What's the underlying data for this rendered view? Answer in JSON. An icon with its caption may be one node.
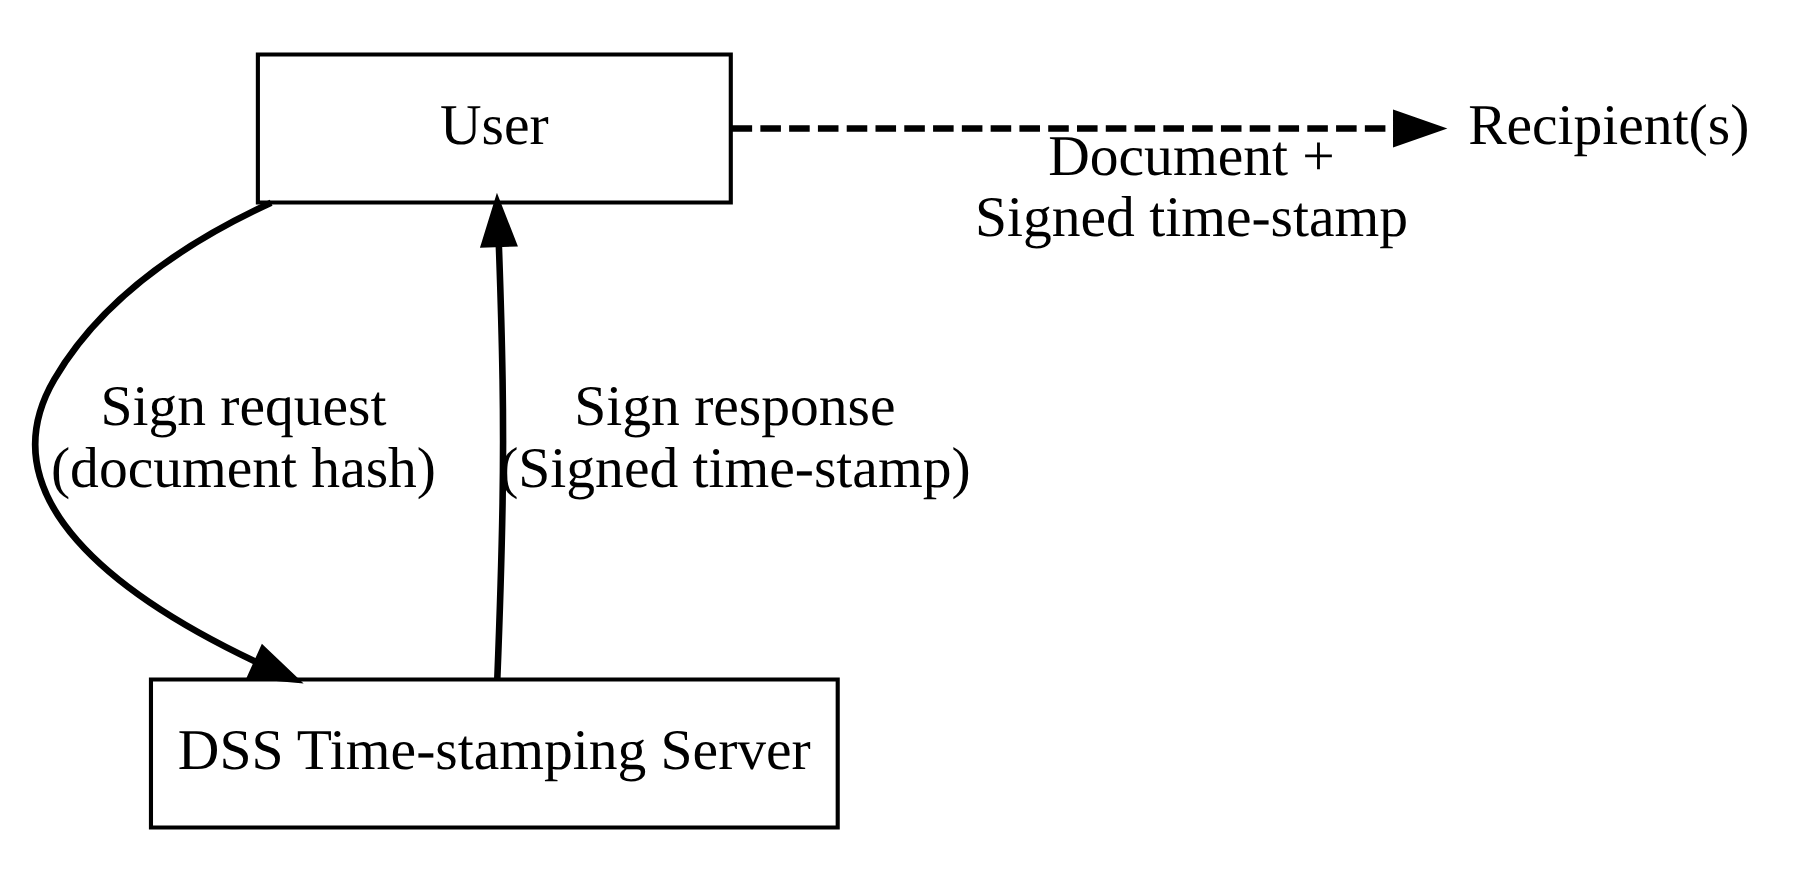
{
  "diagram": {
    "nodes": [
      {
        "text": [
          "User"
        ]
      },
      {
        "text": [
          "Recipient(s)"
        ]
      },
      {
        "text": [
          "DSS Time-stamping Server"
        ]
      }
    ],
    "edges": [
      {
        "from": 0,
        "to": 2,
        "arrow": "to",
        "label": "Sign request (document hash)"
      },
      {
        "from": 2,
        "to": 0,
        "arrow": "to",
        "label": "Sign response (Signed time-stamp)"
      },
      {
        "from": 0,
        "to": 1,
        "arrow": "to",
        "label": "Document + Signed time-stamp",
        "style": "dashed"
      }
    ]
  }
}
